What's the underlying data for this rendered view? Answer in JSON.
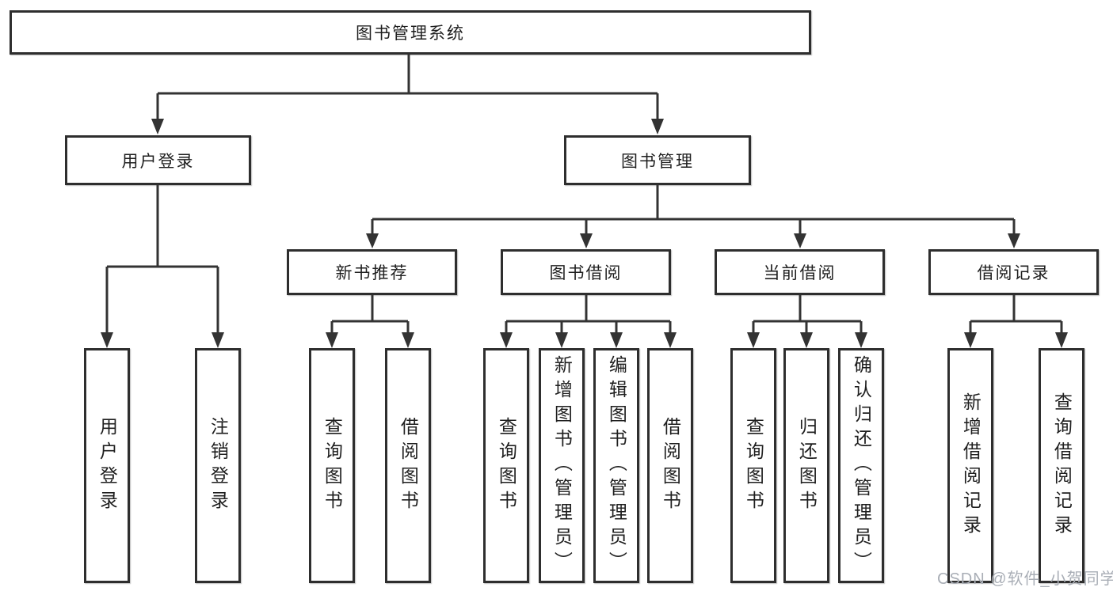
{
  "diagram": {
    "root": {
      "label": "图书管理系统"
    },
    "branches": [
      {
        "label": "用户登录",
        "children": [
          {
            "label": "用户登录"
          },
          {
            "label": "注销登录"
          }
        ]
      },
      {
        "label": "图书管理",
        "groups": [
          {
            "label": "新书推荐",
            "children": [
              {
                "label": "查询图书"
              },
              {
                "label": "借阅图书"
              }
            ]
          },
          {
            "label": "图书借阅",
            "children": [
              {
                "label": "查询图书"
              },
              {
                "label": "新增图书（管理员）"
              },
              {
                "label": "编辑图书（管理员）"
              },
              {
                "label": "借阅图书"
              }
            ]
          },
          {
            "label": "当前借阅",
            "children": [
              {
                "label": "查询图书"
              },
              {
                "label": "归还图书"
              },
              {
                "label": "确认归还（管理员）"
              }
            ]
          },
          {
            "label": "借阅记录",
            "children": [
              {
                "label": "新增借阅记录"
              },
              {
                "label": "查询借阅记录"
              }
            ]
          }
        ]
      }
    ]
  },
  "colors": {
    "line": "#333333",
    "box_border": "#2e2e2e",
    "box_fill": "#ffffff",
    "text": "#1f1f1f",
    "watermark": "#a9aeb6"
  },
  "watermark": {
    "text": "CSDN @软件_小贺同学"
  }
}
